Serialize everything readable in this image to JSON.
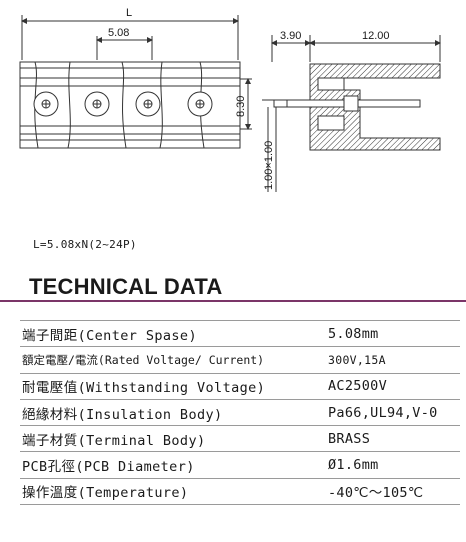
{
  "drawing": {
    "dim_length": "L",
    "dim_pitch": "5.08",
    "dim_height": "8.30",
    "dim_side_left": "3.90",
    "dim_side_right": "12.00",
    "dim_pin": "1.00×1.00"
  },
  "formula": "L=5.08xN(2~24P)",
  "heading": "TECHNICAL DATA",
  "specs": [
    {
      "label": "端子間距(Center Spase)",
      "value": "5.08mm"
    },
    {
      "label": "額定電壓/電流(Rated Voltage/ Current)",
      "value": "300V,15A"
    },
    {
      "label": "耐電壓值(Withstanding Voltage)",
      "value": "AC2500V"
    },
    {
      "label": "絕緣材料(Insulation Body)",
      "value": "Pa66,UL94,V-0"
    },
    {
      "label": "端子材質(Terminal Body)",
      "value": "BRASS"
    },
    {
      "label": "PCB孔徑(PCB Diameter)",
      "value": "Ø1.6mm"
    },
    {
      "label": "操作溫度(Temperature)",
      "value": "-40℃～105℃"
    }
  ]
}
